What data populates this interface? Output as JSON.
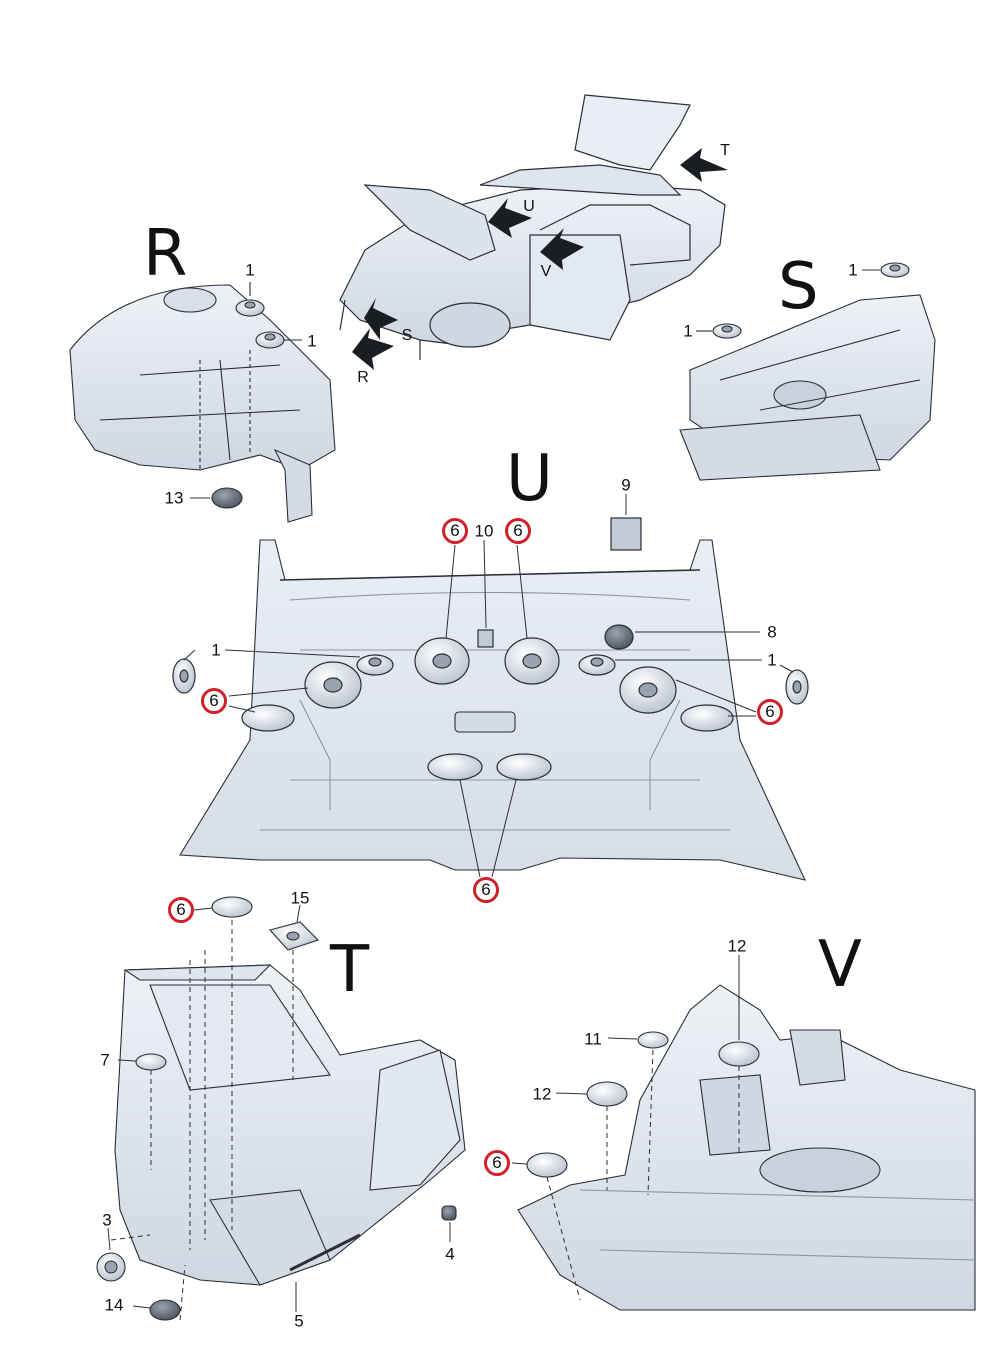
{
  "sections": {
    "R": "R",
    "S": "S",
    "U": "U",
    "T": "T",
    "V": "V"
  },
  "arrows": {
    "R": "R",
    "S": "S",
    "T": "T",
    "U": "U",
    "V": "V"
  },
  "callouts": {
    "r_1a": "1",
    "r_1b": "1",
    "r_13": "13",
    "s_1a": "1",
    "s_1b": "1",
    "u_9": "9",
    "u_10": "10",
    "u_8": "8",
    "u_1_left": "1",
    "u_1_right": "1",
    "u_6_top_left": "6",
    "u_6_top_right": "6",
    "u_6_left": "6",
    "u_6_right": "6",
    "u_6_bottom": "6",
    "t_6": "6",
    "t_15": "15",
    "t_7": "7",
    "t_3": "3",
    "t_4": "4",
    "t_14": "14",
    "t_5": "5",
    "v_12_top": "12",
    "v_11": "11",
    "v_12_mid": "12",
    "v_6": "6"
  },
  "colors": {
    "highlight_ring": "#d0202a",
    "body_fill": "#e6ebf2",
    "body_shade": "#c9d1dc",
    "line": "#2a2f36"
  }
}
